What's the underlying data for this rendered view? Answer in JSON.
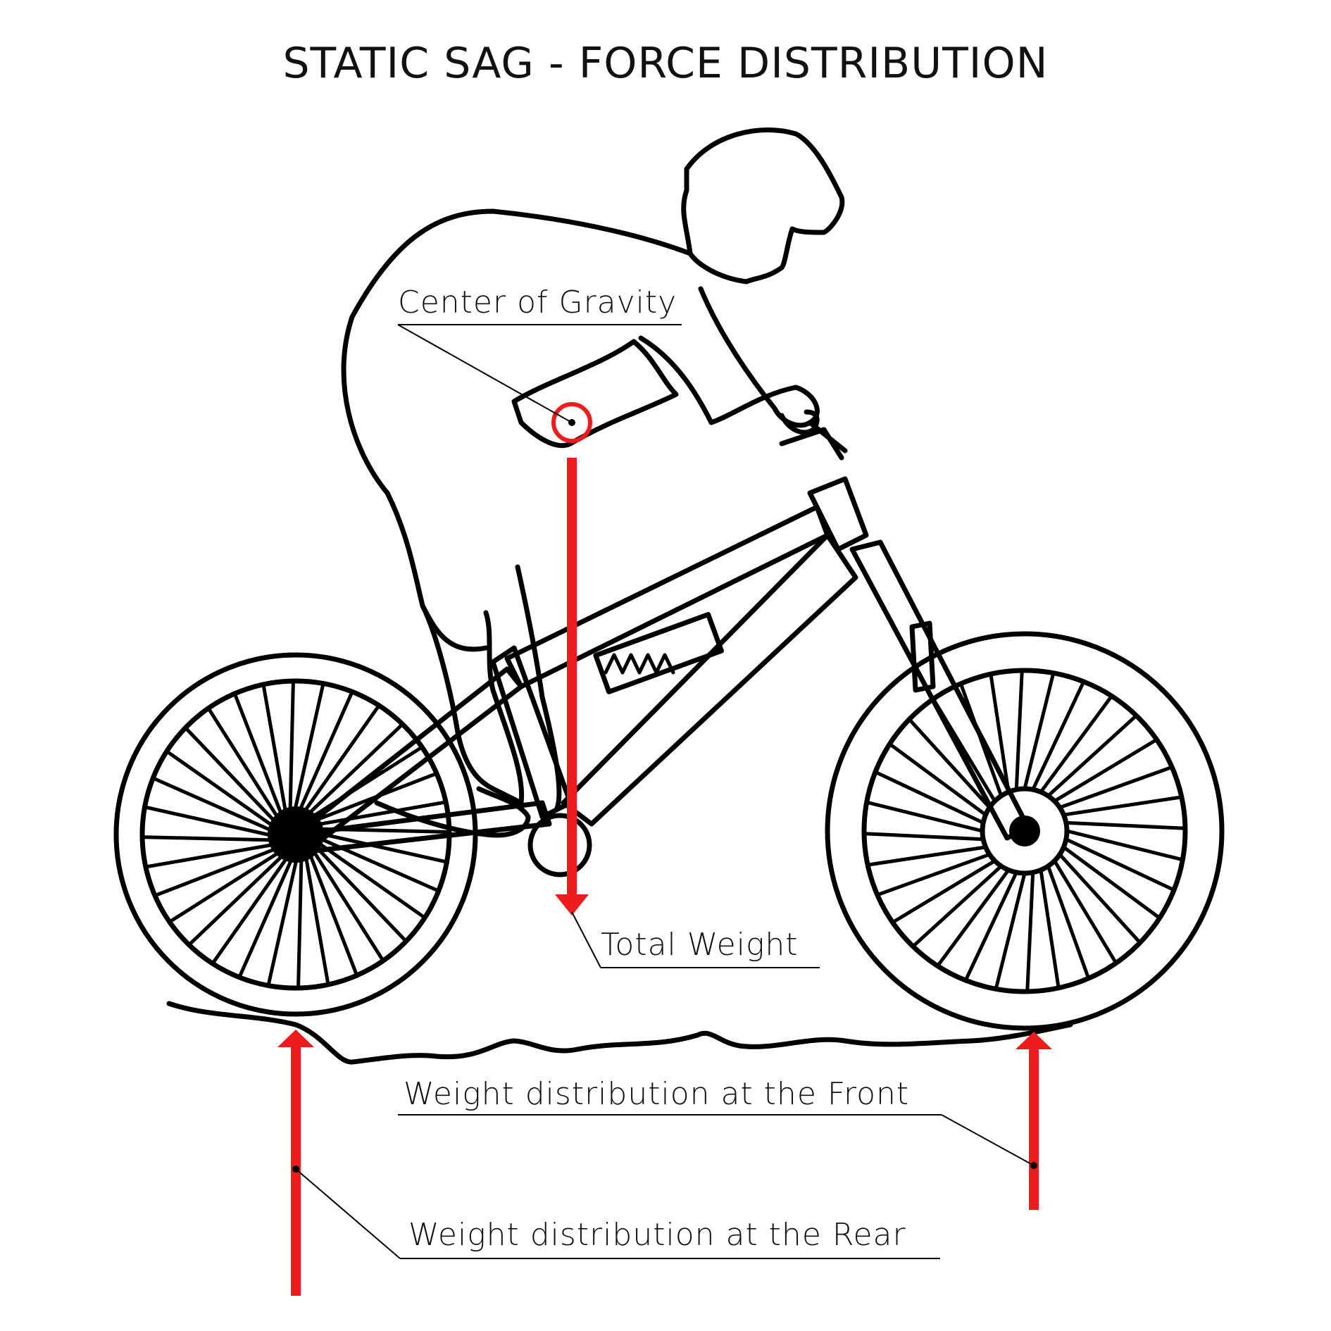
{
  "title": "STATIC SAG - FORCE DISTRIBUTION",
  "labels": {
    "center_of_gravity": "Center of Gravity",
    "total_weight": "Total Weight",
    "front": "Weight distribution at the Front",
    "rear": "Weight distribution at the Rear"
  },
  "colors": {
    "force_arrow": "#ee1c1c",
    "line_art": "#000000",
    "background": "#ffffff"
  },
  "icons": {
    "rider": "mountain-bike-rider-illustration",
    "cog_marker": "circle-target-icon"
  }
}
